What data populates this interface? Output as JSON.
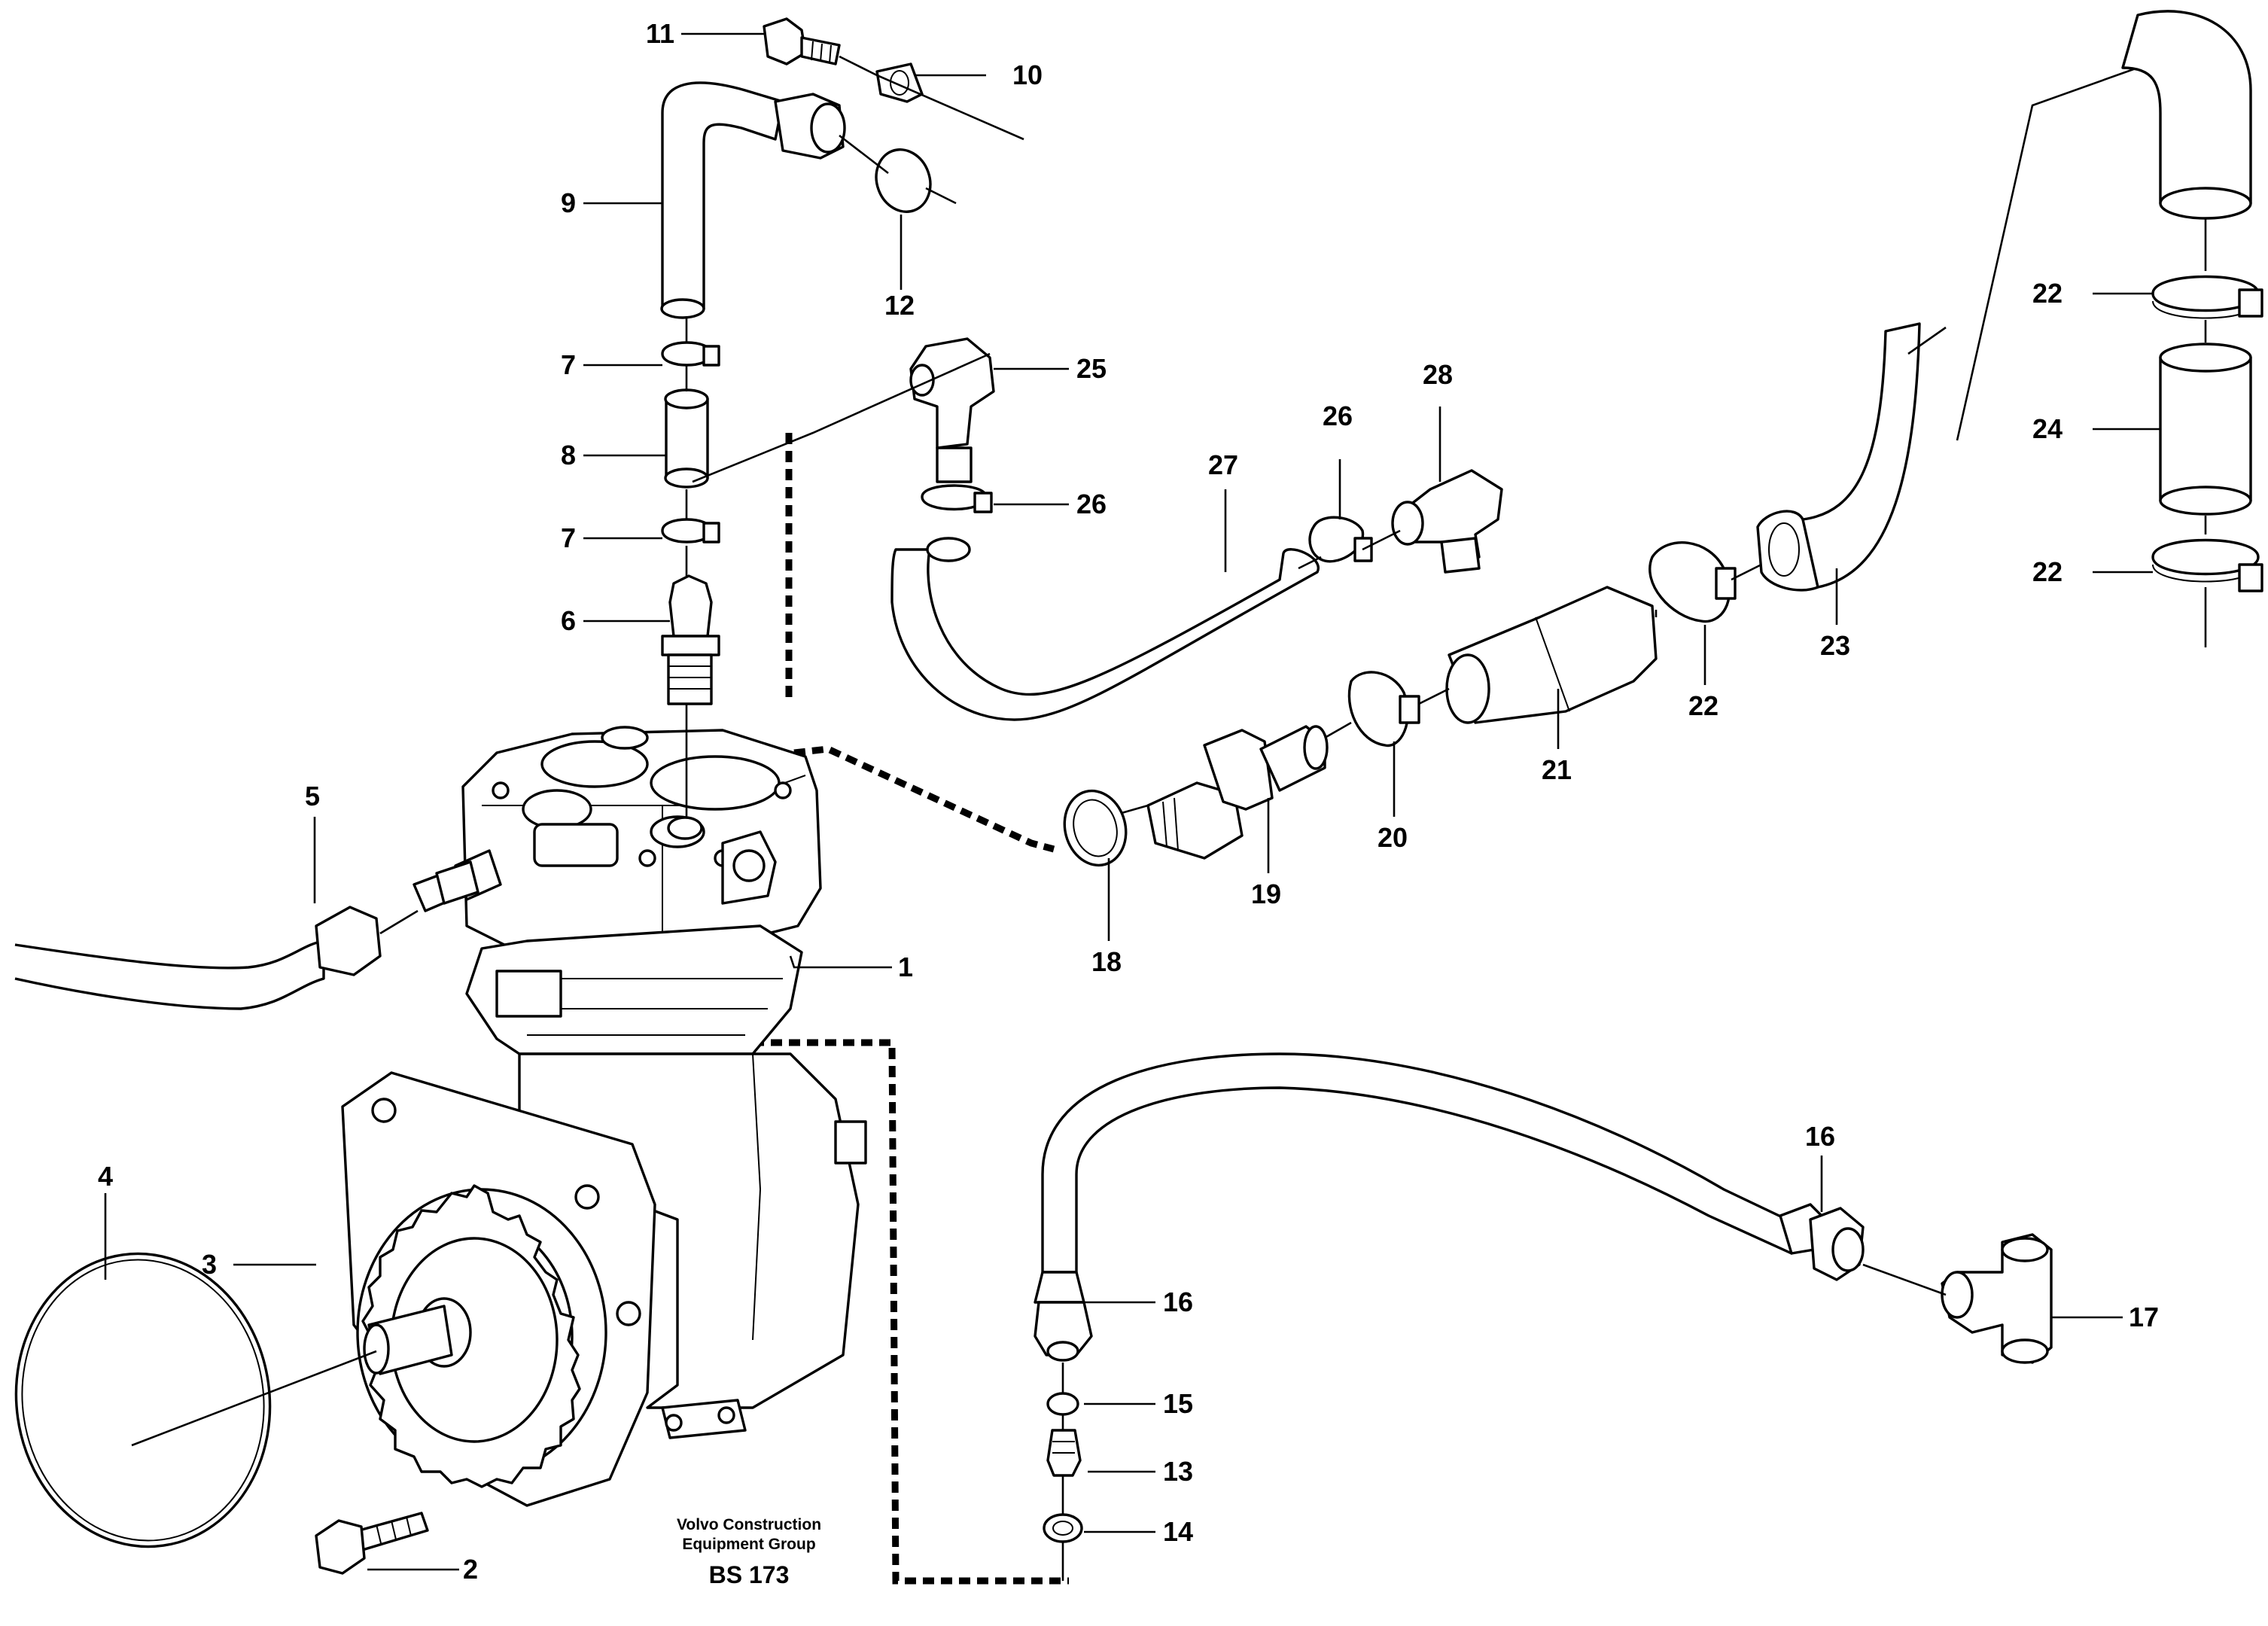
{
  "callouts": [
    {
      "id": "c1",
      "text": "1"
    },
    {
      "id": "c2",
      "text": "2"
    },
    {
      "id": "c3",
      "text": "3"
    },
    {
      "id": "c4",
      "text": "4"
    },
    {
      "id": "c5",
      "text": "5"
    },
    {
      "id": "c6",
      "text": "6"
    },
    {
      "id": "c7a",
      "text": "7"
    },
    {
      "id": "c7b",
      "text": "7"
    },
    {
      "id": "c8",
      "text": "8"
    },
    {
      "id": "c9",
      "text": "9"
    },
    {
      "id": "c10",
      "text": "10"
    },
    {
      "id": "c11",
      "text": "11"
    },
    {
      "id": "c12",
      "text": "12"
    },
    {
      "id": "c13",
      "text": "13"
    },
    {
      "id": "c14",
      "text": "14"
    },
    {
      "id": "c15",
      "text": "15"
    },
    {
      "id": "c16a",
      "text": "16"
    },
    {
      "id": "c16b",
      "text": "16"
    },
    {
      "id": "c17",
      "text": "17"
    },
    {
      "id": "c18",
      "text": "18"
    },
    {
      "id": "c19",
      "text": "19"
    },
    {
      "id": "c20",
      "text": "20"
    },
    {
      "id": "c21",
      "text": "21"
    },
    {
      "id": "c22a",
      "text": "22"
    },
    {
      "id": "c22b",
      "text": "22"
    },
    {
      "id": "c22c",
      "text": "22"
    },
    {
      "id": "c23",
      "text": "23"
    },
    {
      "id": "c24",
      "text": "24"
    },
    {
      "id": "c25",
      "text": "25"
    },
    {
      "id": "c26a",
      "text": "26"
    },
    {
      "id": "c26b",
      "text": "26"
    },
    {
      "id": "c27",
      "text": "27"
    },
    {
      "id": "c28",
      "text": "28"
    }
  ],
  "caption": {
    "line1": "Volvo Construction",
    "line2": "Equipment Group",
    "code": "BS 173"
  }
}
